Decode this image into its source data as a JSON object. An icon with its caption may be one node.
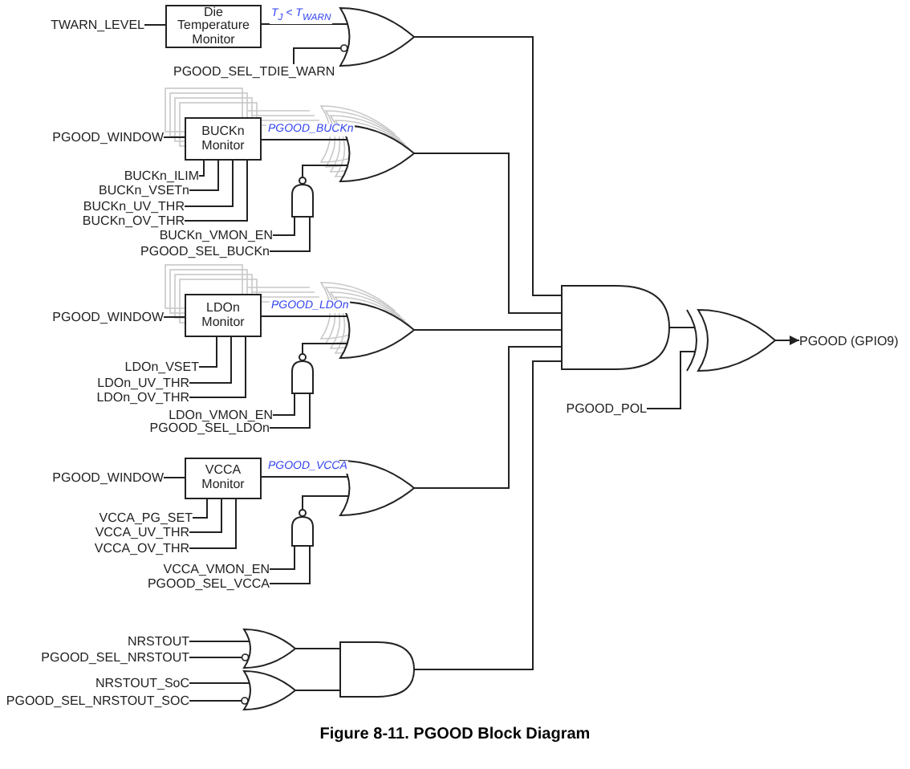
{
  "diagram": {
    "caption": "Figure 8-11. PGOOD Block Diagram",
    "nodes": [
      {
        "text": [
          "Die Temperature Monitor"
        ]
      },
      {
        "text": [
          "TWARN_LEVEL"
        ]
      },
      {
        "text": [],
        "shape": "or-gate"
      },
      {
        "text": [
          "PGOOD_SEL_TDIE_WARN"
        ]
      },
      {
        "text": [
          "BUCKn Monitor"
        ]
      },
      {
        "text": [
          "PGOOD_WINDOW"
        ]
      },
      {
        "text": [
          "BUCKn_ILIM"
        ]
      },
      {
        "text": [
          "BUCKn_VSETn"
        ]
      },
      {
        "text": [
          "BUCKn_UV_THR"
        ]
      },
      {
        "text": [
          "BUCKn_OV_THR"
        ]
      },
      {
        "text": [],
        "shape": "or-gate"
      },
      {
        "text": [],
        "shape": "nand-gate"
      },
      {
        "text": [
          "BUCKn_VMON_EN"
        ]
      },
      {
        "text": [
          "PGOOD_SEL_BUCKn"
        ]
      },
      {
        "text": [
          "LDOn Monitor"
        ]
      },
      {
        "text": [
          "PGOOD_WINDOW"
        ]
      },
      {
        "text": [
          "LDOn_VSET"
        ]
      },
      {
        "text": [
          "LDOn_UV_THR"
        ]
      },
      {
        "text": [
          "LDOn_OV_THR"
        ]
      },
      {
        "text": [],
        "shape": "or-gate"
      },
      {
        "text": [],
        "shape": "nand-gate"
      },
      {
        "text": [
          "LDOn_VMON_EN"
        ]
      },
      {
        "text": [
          "PGOOD_SEL_LDOn"
        ]
      },
      {
        "text": [
          "VCCA Monitor"
        ]
      },
      {
        "text": [
          "PGOOD_WINDOW"
        ]
      },
      {
        "text": [
          "VCCA_PG_SET"
        ]
      },
      {
        "text": [
          "VCCA_UV_THR"
        ]
      },
      {
        "text": [
          "VCCA_OV_THR"
        ]
      },
      {
        "text": [],
        "shape": "or-gate"
      },
      {
        "text": [],
        "shape": "nand-gate"
      },
      {
        "text": [
          "VCCA_VMON_EN"
        ]
      },
      {
        "text": [
          "PGOOD_SEL_VCCA"
        ]
      },
      {
        "text": [
          "NRSTOUT"
        ]
      },
      {
        "text": [
          "PGOOD_SEL_NRSTOUT"
        ]
      },
      {
        "text": [
          "NRSTOUT_SoC"
        ]
      },
      {
        "text": [
          "PGOOD_SEL_NRSTOUT_SOC"
        ]
      },
      {
        "text": [],
        "shape": "or-gate"
      },
      {
        "text": [],
        "shape": "or-gate"
      },
      {
        "text": [],
        "shape": "and-gate"
      },
      {
        "text": [],
        "shape": "and-gate"
      },
      {
        "text": [],
        "shape": "xor-gate"
      },
      {
        "text": [
          "PGOOD_POL"
        ]
      },
      {
        "text": [
          "PGOOD (GPIO9)"
        ]
      }
    ],
    "edges": [
      {
        "from": 1,
        "to": 0,
        "arrow": "none"
      },
      {
        "from": 0,
        "to": 2,
        "arrow": "none",
        "label": "T$_{J}$ < T$_{WARN}$"
      },
      {
        "from": 3,
        "to": 2,
        "arrow": "other"
      },
      {
        "from": 5,
        "to": 4,
        "arrow": "none"
      },
      {
        "from": 6,
        "to": 4,
        "arrow": "none"
      },
      {
        "from": 7,
        "to": 4,
        "arrow": "none"
      },
      {
        "from": 8,
        "to": 4,
        "arrow": "none"
      },
      {
        "from": 9,
        "to": 4,
        "arrow": "none"
      },
      {
        "from": 4,
        "to": 10,
        "arrow": "none",
        "label": "PGOOD_BUCKn"
      },
      {
        "from": 11,
        "to": 10,
        "arrow": "none"
      },
      {
        "from": 12,
        "to": 11,
        "arrow": "none"
      },
      {
        "from": 13,
        "to": 11,
        "arrow": "none"
      },
      {
        "from": 15,
        "to": 14,
        "arrow": "none"
      },
      {
        "from": 16,
        "to": 14,
        "arrow": "none"
      },
      {
        "from": 17,
        "to": 14,
        "arrow": "none"
      },
      {
        "from": 18,
        "to": 14,
        "arrow": "none"
      },
      {
        "from": 14,
        "to": 19,
        "arrow": "none",
        "label": "PGOOD_LDOn"
      },
      {
        "from": 20,
        "to": 19,
        "arrow": "none"
      },
      {
        "from": 21,
        "to": 20,
        "arrow": "none"
      },
      {
        "from": 22,
        "to": 20,
        "arrow": "none"
      },
      {
        "from": 24,
        "to": 23,
        "arrow": "none"
      },
      {
        "from": 25,
        "to": 23,
        "arrow": "none"
      },
      {
        "from": 26,
        "to": 23,
        "arrow": "none"
      },
      {
        "from": 27,
        "to": 23,
        "arrow": "none"
      },
      {
        "from": 23,
        "to": 28,
        "arrow": "none",
        "label": "PGOOD_VCCA"
      },
      {
        "from": 29,
        "to": 28,
        "arrow": "none"
      },
      {
        "from": 30,
        "to": 29,
        "arrow": "none"
      },
      {
        "from": 31,
        "to": 29,
        "arrow": "none"
      },
      {
        "from": 32,
        "to": 36,
        "arrow": "none"
      },
      {
        "from": 33,
        "to": 36,
        "arrow": "other"
      },
      {
        "from": 34,
        "to": 37,
        "arrow": "none"
      },
      {
        "from": 35,
        "to": 37,
        "arrow": "other"
      },
      {
        "from": 36,
        "to": 38,
        "arrow": "none"
      },
      {
        "from": 37,
        "to": 38,
        "arrow": "none"
      },
      {
        "from": 2,
        "to": 39,
        "arrow": "none"
      },
      {
        "from": 10,
        "to": 39,
        "arrow": "none"
      },
      {
        "from": 19,
        "to": 39,
        "arrow": "none"
      },
      {
        "from": 28,
        "to": 39,
        "arrow": "none"
      },
      {
        "from": 38,
        "to": 39,
        "arrow": "none"
      },
      {
        "from": 39,
        "to": 40,
        "arrow": "none"
      },
      {
        "from": 41,
        "to": 40,
        "arrow": "none"
      },
      {
        "from": 40,
        "to": 42,
        "arrow": "to"
      }
    ]
  }
}
